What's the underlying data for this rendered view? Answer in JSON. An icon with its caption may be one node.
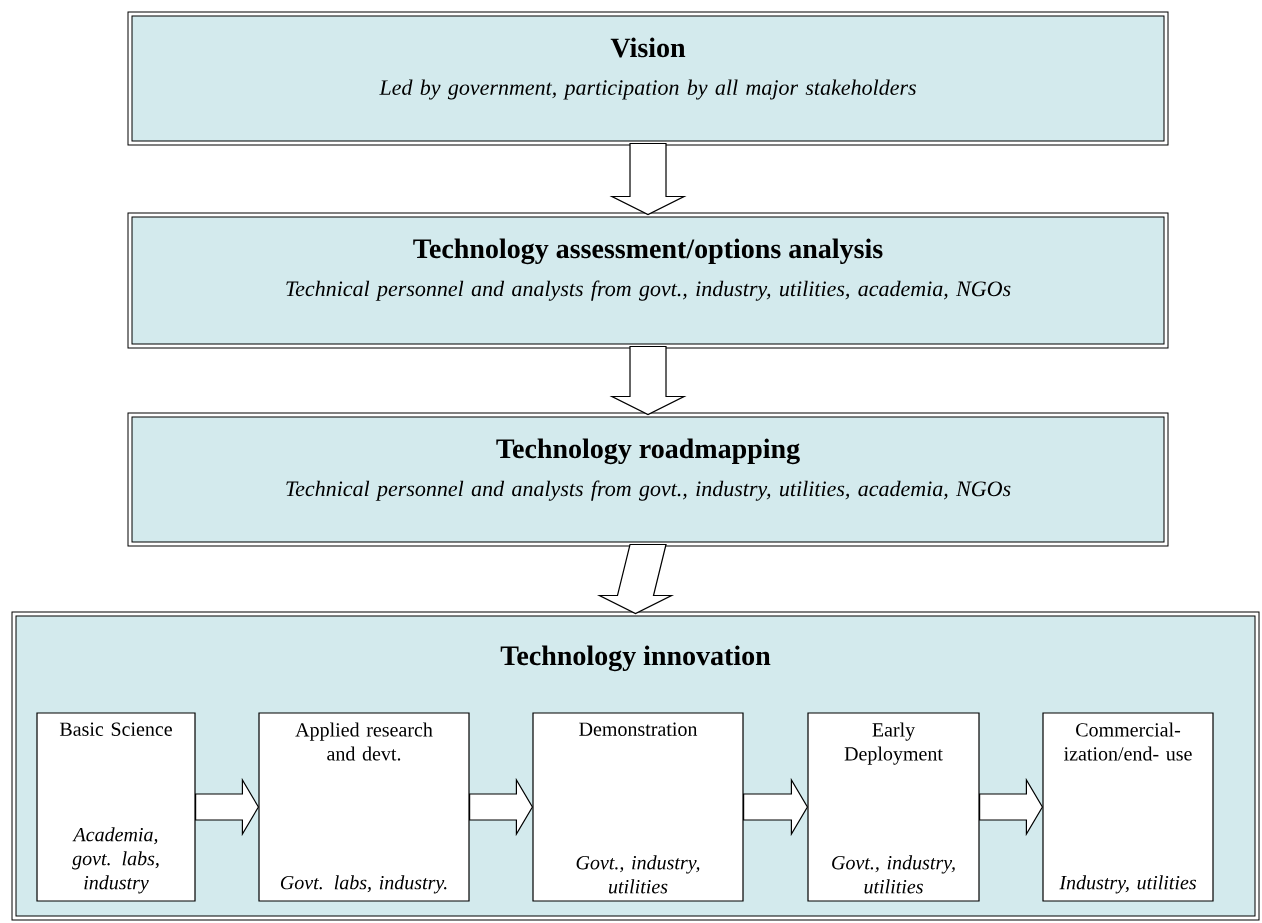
{
  "diagram": {
    "nodes": [
      {
        "text": [
          "Vision",
          "Led by government, participation by all major stakeholders"
        ]
      },
      {
        "text": [
          "Technology assessment/options analysis",
          "Technical personnel and analysts from govt., industry, utilities, academia, NGOs"
        ]
      },
      {
        "text": [
          "Technology roadmapping",
          "Technical personnel and analysts from govt., industry, utilities, academia, NGOs"
        ]
      },
      {
        "text": [
          "Technology innovation"
        ]
      },
      {
        "text": [
          "Basic Science",
          "Academia, govt. labs, industry"
        ],
        "in": 3
      },
      {
        "text": [
          "Applied research and devt.",
          "Govt. labs, industry."
        ],
        "in": 3
      },
      {
        "text": [
          "Demonstration",
          "Govt., industry, utilities"
        ],
        "in": 3
      },
      {
        "text": [
          "Early Deployment",
          "Govt., industry, utilities"
        ],
        "in": 3
      },
      {
        "text": [
          "Commercial- ization/end- use",
          "Industry, utilities"
        ],
        "in": 3
      }
    ],
    "edges": [
      {
        "from": 0,
        "to": 1,
        "arrow": "to"
      },
      {
        "from": 1,
        "to": 2,
        "arrow": "to"
      },
      {
        "from": 2,
        "to": 3,
        "arrow": "to"
      },
      {
        "from": 4,
        "to": 5,
        "arrow": "to"
      },
      {
        "from": 5,
        "to": 6,
        "arrow": "to"
      },
      {
        "from": 6,
        "to": 7,
        "arrow": "to"
      },
      {
        "from": 7,
        "to": 8,
        "arrow": "to"
      }
    ]
  }
}
